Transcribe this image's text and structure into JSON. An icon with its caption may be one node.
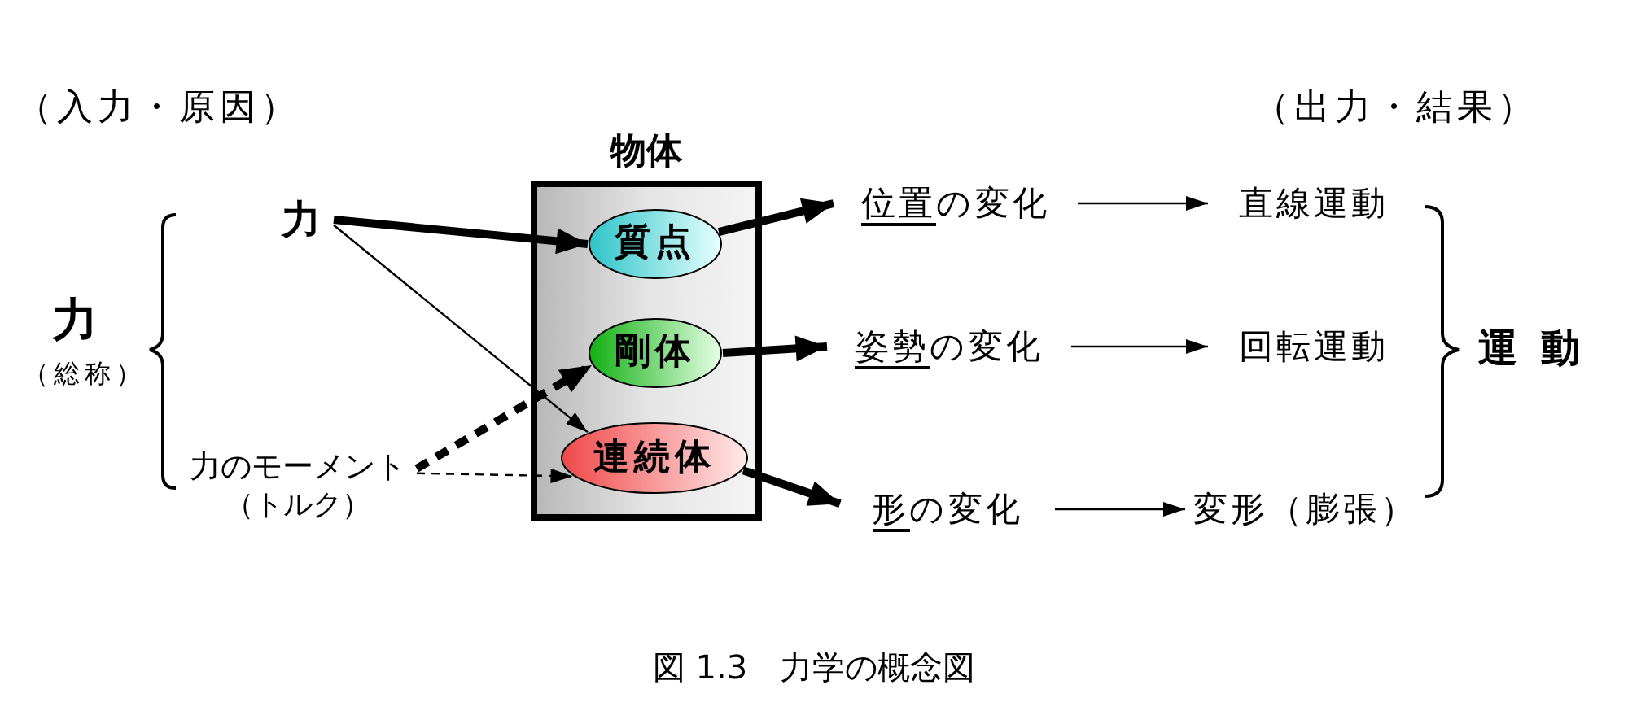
{
  "diagram": {
    "caption": "図 1.3　力学の概念図",
    "nodes": [
      {
        "text": [
          "物体"
        ]
      },
      {
        "text": [
          "質点"
        ],
        "in": 0
      },
      {
        "text": [
          "剛体"
        ],
        "in": 0
      },
      {
        "text": [
          "連続体"
        ],
        "in": 0
      },
      {
        "text": [
          "力"
        ]
      },
      {
        "text": [
          "力のモーメント",
          "（トルク）"
        ]
      },
      {
        "text": [
          "位置の変化"
        ]
      },
      {
        "text": [
          "姿勢の変化"
        ]
      },
      {
        "text": [
          "形の変化"
        ]
      },
      {
        "text": [
          "直線運動"
        ]
      },
      {
        "text": [
          "回転運動"
        ]
      },
      {
        "text": [
          "変形（膨張）"
        ]
      }
    ],
    "edges": [
      {
        "from": 4,
        "to": 1,
        "arrow": "to",
        "style": "thick"
      },
      {
        "from": 4,
        "to": 3,
        "arrow": "to"
      },
      {
        "from": 5,
        "to": 2,
        "arrow": "to",
        "style": "dashed"
      },
      {
        "from": 5,
        "to": 3,
        "arrow": "to",
        "style": "dashed"
      },
      {
        "from": 1,
        "to": 6,
        "arrow": "to",
        "style": "thick"
      },
      {
        "from": 2,
        "to": 7,
        "arrow": "to",
        "style": "thick"
      },
      {
        "from": 3,
        "to": 8,
        "arrow": "to",
        "style": "thick"
      },
      {
        "from": 6,
        "to": 9,
        "arrow": "to"
      },
      {
        "from": 7,
        "to": 10,
        "arrow": "to"
      },
      {
        "from": 8,
        "to": 11,
        "arrow": "to"
      }
    ],
    "labels": [
      "（入力・原因）",
      "（出力・結果）",
      "力",
      "（総称）",
      "運 動"
    ]
  }
}
